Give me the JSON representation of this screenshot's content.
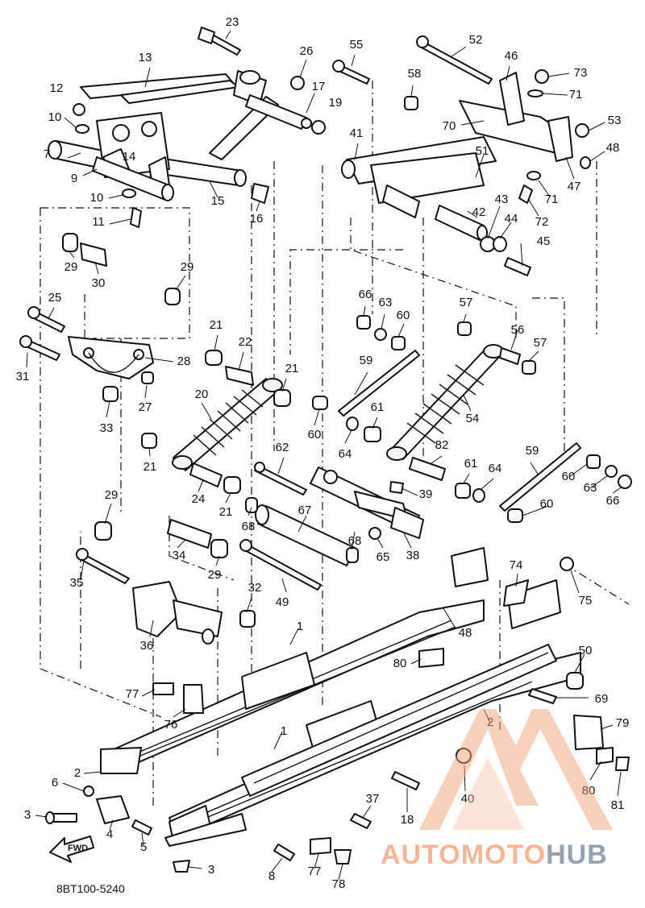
{
  "diagram": {
    "drawing_code": "8BT100-5240",
    "fwd_label": "FWD",
    "callouts": [
      "1",
      "2",
      "3",
      "4",
      "5",
      "6",
      "7",
      "8",
      "9",
      "10",
      "11",
      "12",
      "13",
      "14",
      "15",
      "16",
      "17",
      "18",
      "19",
      "20",
      "21",
      "22",
      "23",
      "24",
      "25",
      "26",
      "27",
      "28",
      "29",
      "30",
      "31",
      "32",
      "33",
      "34",
      "35",
      "36",
      "37",
      "38",
      "39",
      "40",
      "41",
      "42",
      "43",
      "44",
      "45",
      "46",
      "47",
      "48",
      "49",
      "50",
      "51",
      "52",
      "53",
      "54",
      "55",
      "56",
      "57",
      "58",
      "59",
      "60",
      "61",
      "62",
      "63",
      "64",
      "65",
      "66",
      "67",
      "68",
      "69",
      "70",
      "71",
      "72",
      "73",
      "74",
      "75",
      "76",
      "77",
      "78",
      "79",
      "80",
      "81",
      "82"
    ]
  },
  "watermark": {
    "brand_part1": "AUTOMOTO",
    "brand_part2": "HUB",
    "colors": {
      "primary": "#f2a07a",
      "secondary": "#7d8ea0"
    }
  }
}
